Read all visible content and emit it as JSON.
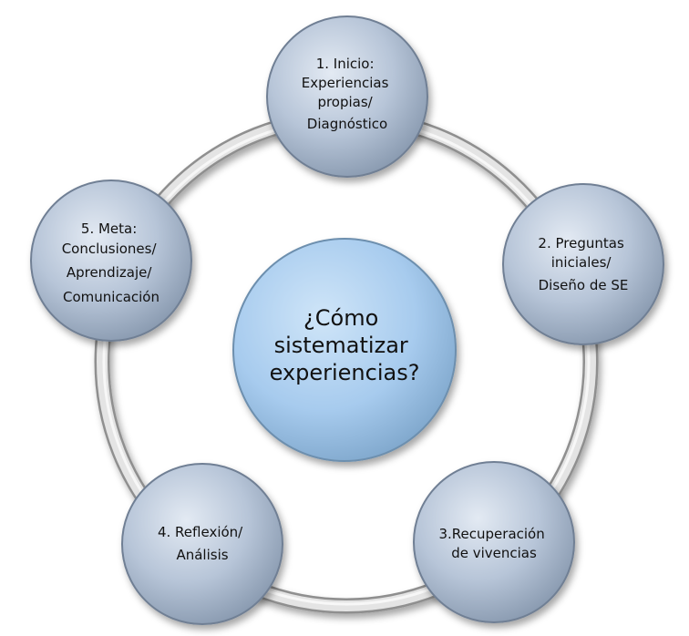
{
  "center": {
    "lines": [
      "¿Cómo",
      "sistematizar",
      "experiencias?"
    ]
  },
  "steps": [
    {
      "lines": [
        "1. Inicio:",
        "Experiencias",
        "propias/",
        "Diagnóstico"
      ]
    },
    {
      "lines": [
        "2. Preguntas",
        "iniciales/",
        "Diseño de SE"
      ]
    },
    {
      "lines": [
        "3.Recuperación",
        "de vivencias"
      ]
    },
    {
      "lines": [
        "4. Reflexión/",
        "Análisis"
      ]
    },
    {
      "lines": [
        "5. Meta:",
        "Conclusiones/",
        "Aprendizaje/",
        "Comunicación"
      ]
    }
  ],
  "colors": {
    "ring": "#d9d9d9",
    "ring_edge": "#9a9a9a",
    "node_fill": "#b4c3d8",
    "node_edge": "#6f7f94",
    "center_fill": "#a9cdef",
    "center_edge": "#6d8fae"
  }
}
